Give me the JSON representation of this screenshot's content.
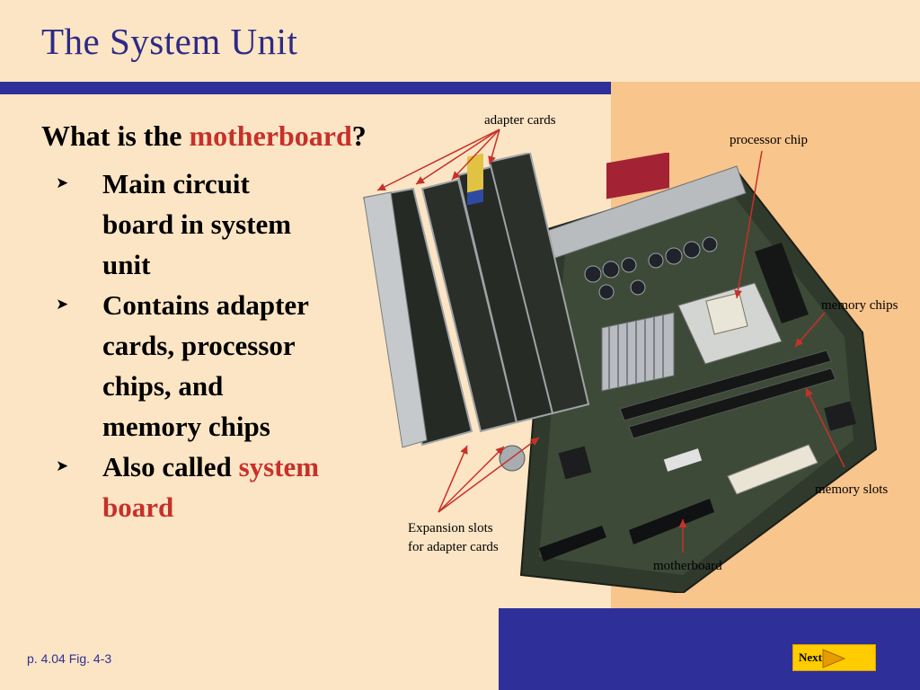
{
  "slide": {
    "title": "The System Unit",
    "heading": {
      "prefix": "What is the ",
      "highlight": "motherboard",
      "suffix": "?"
    },
    "bullets": [
      {
        "text": "Main circuit board in system unit"
      },
      {
        "text": "Contains adapter cards, processor chips, and memory chips"
      },
      {
        "text": "Also called ",
        "highlight": "system board"
      }
    ],
    "figure_labels": {
      "adapter_cards": "adapter cards",
      "processor_chip": "processor chip",
      "memory_chips": "memory chips",
      "memory_slots": "memory slots",
      "motherboard": "motherboard",
      "expansion_slots": "Expansion slots for adapter cards"
    },
    "page_ref": "p. 4.04 Fig. 4-3",
    "next_label": "Next"
  },
  "colors": {
    "background": "#fbe5c4",
    "accent_blue": "#2e2f98",
    "panel_orange": "#f8c58c",
    "highlight_red": "#c8302a",
    "next_button": "#ffcc00"
  }
}
